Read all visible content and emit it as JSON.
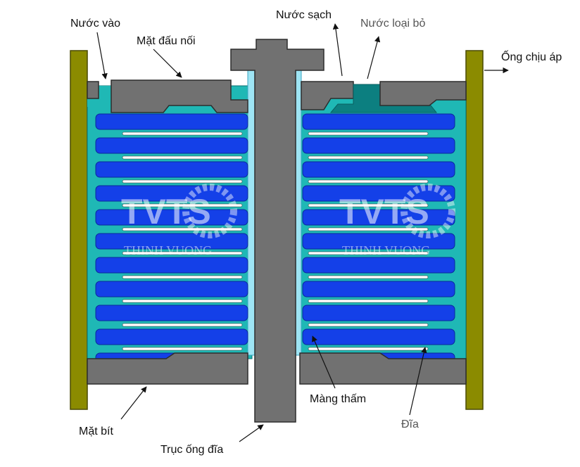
{
  "labels": {
    "water_in": "Nước vào",
    "end_face": "Mặt đấu nối",
    "clean_water": "Nước sạch",
    "reject_water": "Nước loại bỏ",
    "pressure_tube": "Ống chịu áp",
    "membrane": "Màng thấm",
    "disc": "Đĩa",
    "seal_face": "Mặt bít",
    "disc_shaft": "Trục ống đĩa"
  },
  "watermark": {
    "logo": "TVTS",
    "name": "THINH VUONG"
  },
  "colors": {
    "outer_tube": "#8b8b00",
    "outer_tube_stroke": "#4a4a00",
    "housing": "#717171",
    "housing_stroke": "#2d2d2d",
    "channel": "#1fb8b5",
    "channel_dark": "#0c7f80",
    "clean_channel": "#9ee4f4",
    "disc_blue": "#1440e8",
    "membrane": "#ffffff"
  }
}
